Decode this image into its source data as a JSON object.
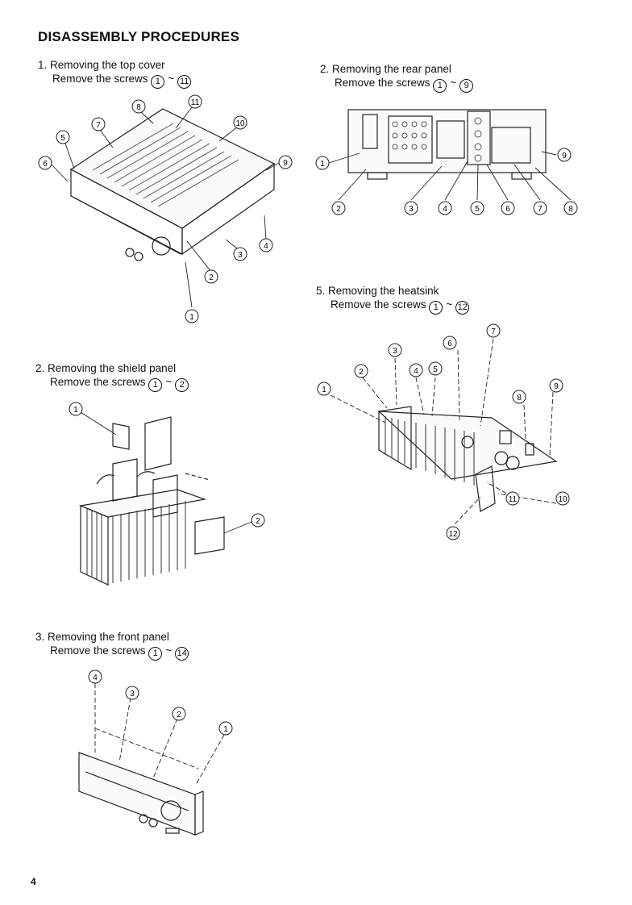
{
  "page": {
    "title": "DISASSEMBLY PROCEDURES",
    "page_number": "4"
  },
  "sections": {
    "top_cover": {
      "heading": "1. Removing the top cover",
      "instruction": "Remove the screws",
      "screw_from": "1",
      "screw_to": "11",
      "tilde": "~",
      "callouts": [
        "1",
        "2",
        "3",
        "4",
        "5",
        "6",
        "7",
        "8",
        "9",
        "10",
        "11"
      ]
    },
    "rear_panel": {
      "heading": "2. Removing the rear panel",
      "instruction": "Remove the screws",
      "screw_from": "1",
      "screw_to": "9",
      "tilde": "~",
      "callouts": [
        "1",
        "2",
        "3",
        "4",
        "5",
        "6",
        "7",
        "8",
        "9"
      ]
    },
    "shield_panel": {
      "heading": "2. Removing the shield panel",
      "instruction": "Remove the screws",
      "screw_from": "1",
      "screw_to": "2",
      "tilde": "~",
      "callouts": [
        "1",
        "2"
      ]
    },
    "front_panel": {
      "heading": "3. Removing the front panel",
      "instruction": "Remove the screws",
      "screw_from": "1",
      "screw_to": "14",
      "tilde": "~",
      "callouts": [
        "1",
        "2",
        "3",
        "4"
      ]
    },
    "heatsink": {
      "heading": "5. Removing the heatsink",
      "instruction": "Remove the screws",
      "screw_from": "1",
      "screw_to": "12",
      "tilde": "~",
      "callouts": [
        "1",
        "2",
        "3",
        "4",
        "5",
        "6",
        "7",
        "8",
        "9",
        "10",
        "11",
        "12"
      ]
    }
  }
}
